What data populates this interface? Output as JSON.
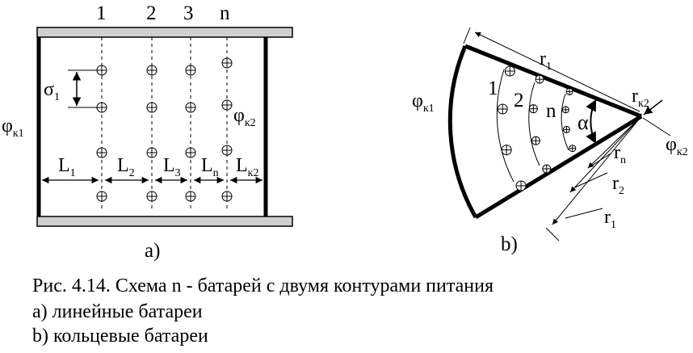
{
  "figure_a": {
    "row_labels": [
      "1",
      "2",
      "3",
      "n"
    ],
    "phi": "φ",
    "phi_left_sub": "к1",
    "phi_right_sub": "к2",
    "sigma": "σ",
    "sigma_sub": "1",
    "L": "L",
    "L_subs": [
      "1",
      "2",
      "3",
      "n",
      "к2"
    ],
    "label": "a)"
  },
  "figure_b": {
    "phi": "φ",
    "phi_outer_sub": "к1",
    "phi_center_sub": "к2",
    "ring_labels": [
      "1",
      "2",
      "n"
    ],
    "alpha": "α",
    "r": "r",
    "r1_top_sub": "1",
    "rk2_sub": "к2",
    "rn_sub": "n",
    "r2_sub": "2",
    "r1_bottom_sub": "1",
    "label": "b)"
  },
  "caption": {
    "title": "Рис. 4.14. Схема n - батарей с двумя контурами питания",
    "line_a": "а) линейные батареи",
    "line_b": "b) кольцевые батареи"
  }
}
